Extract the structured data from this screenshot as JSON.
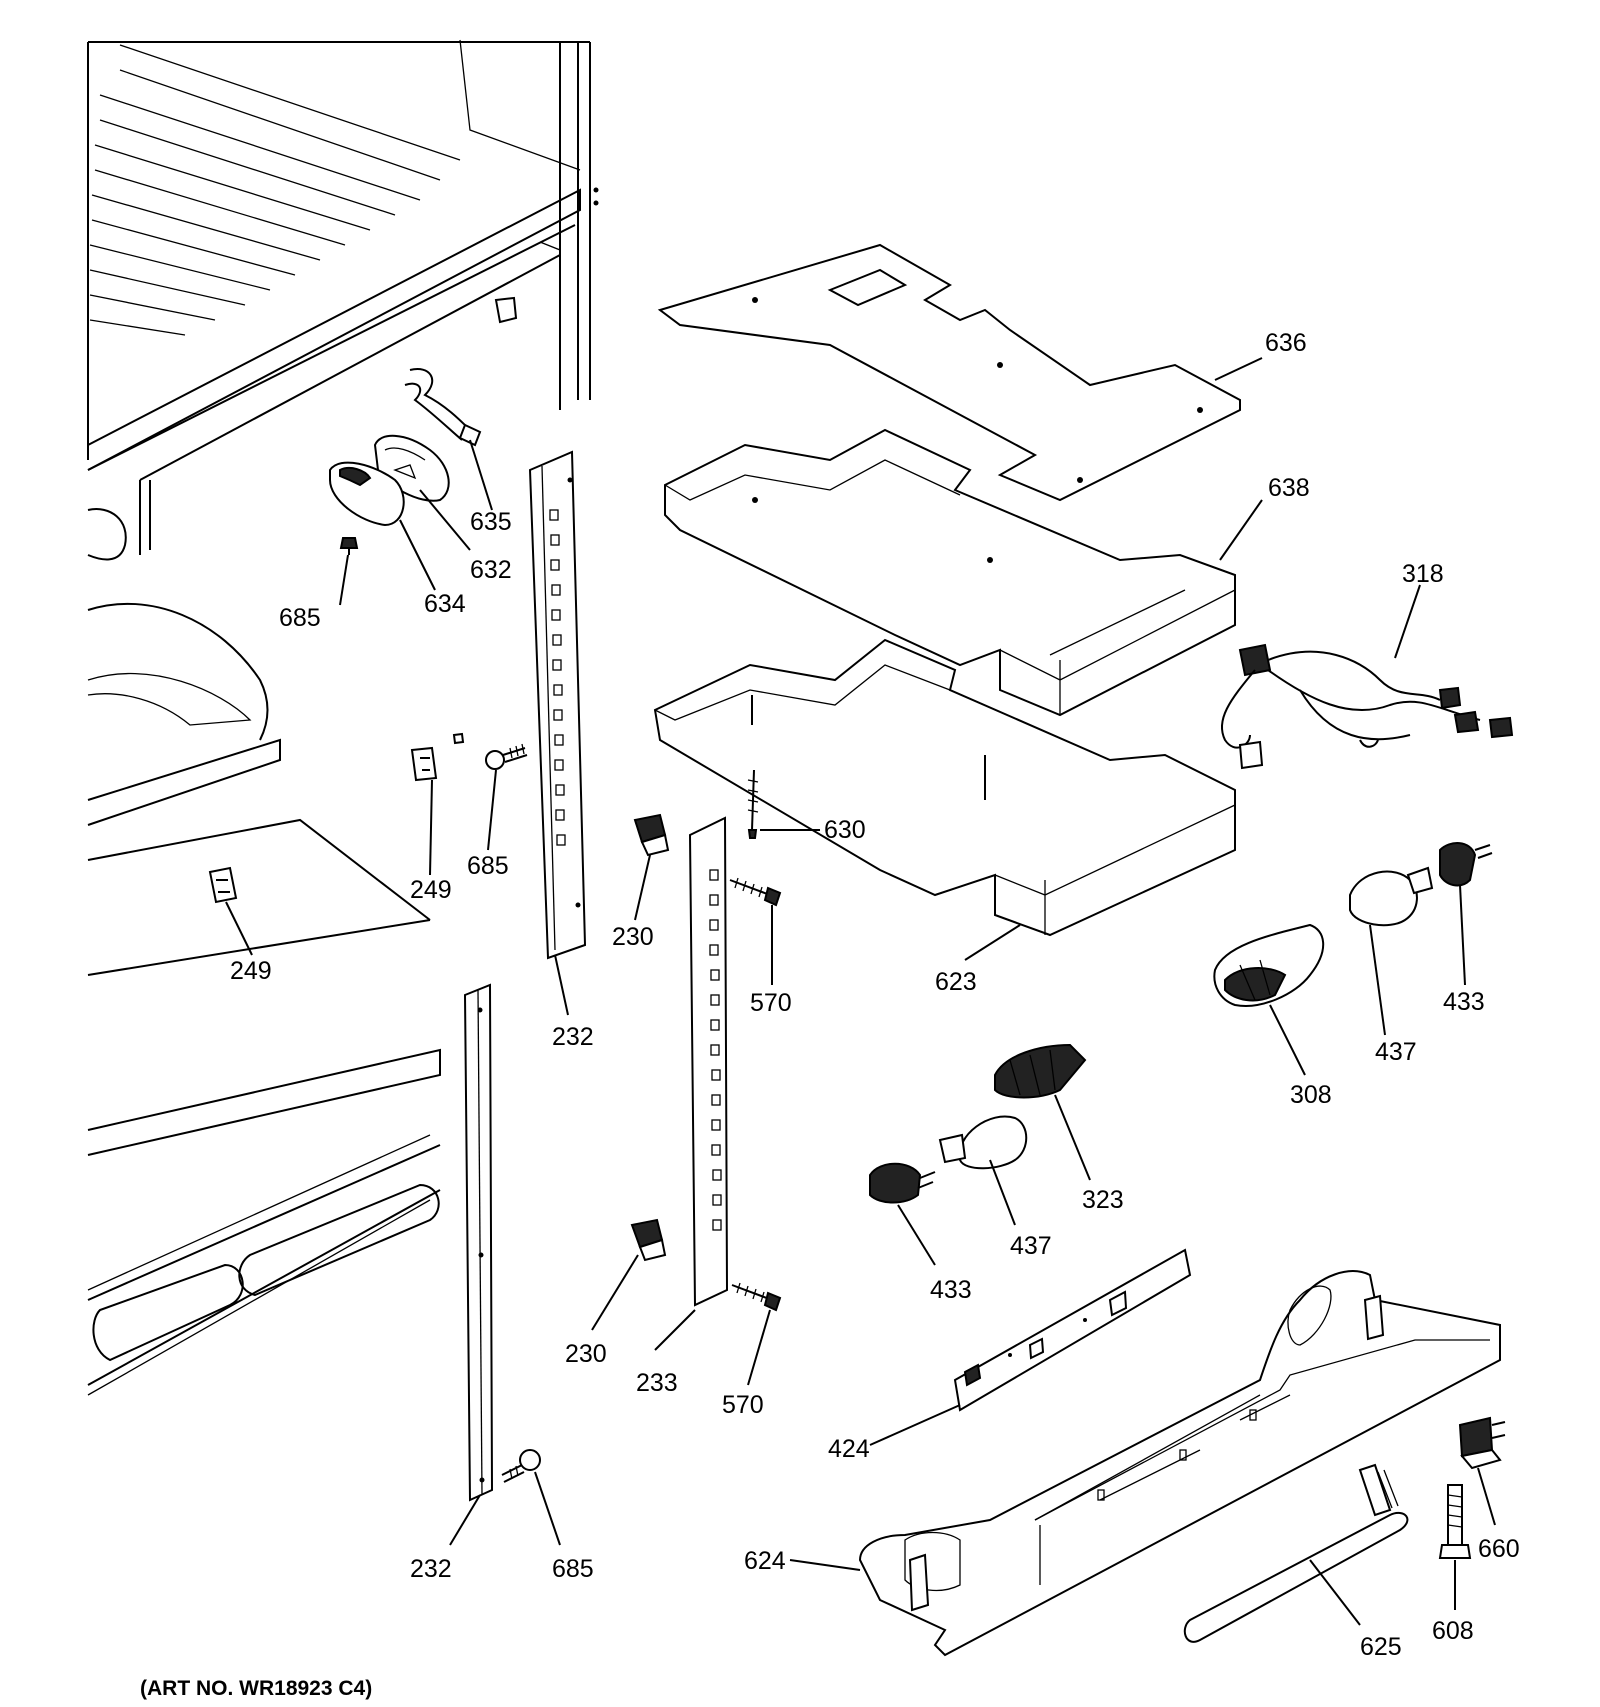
{
  "art_number": "(ART NO. WR18923 C4)",
  "callouts": [
    {
      "id": "c636",
      "label": "636"
    },
    {
      "id": "c638",
      "label": "638"
    },
    {
      "id": "c318",
      "label": "318"
    },
    {
      "id": "c635",
      "label": "635"
    },
    {
      "id": "c632",
      "label": "632"
    },
    {
      "id": "c634",
      "label": "634"
    },
    {
      "id": "c685a",
      "label": "685"
    },
    {
      "id": "c630",
      "label": "630"
    },
    {
      "id": "c249a",
      "label": "249"
    },
    {
      "id": "c685b",
      "label": "685"
    },
    {
      "id": "c249b",
      "label": "249"
    },
    {
      "id": "c230a",
      "label": "230"
    },
    {
      "id": "c570a",
      "label": "570"
    },
    {
      "id": "c623",
      "label": "623"
    },
    {
      "id": "c433a",
      "label": "433"
    },
    {
      "id": "c437a",
      "label": "437"
    },
    {
      "id": "c308",
      "label": "308"
    },
    {
      "id": "c232a",
      "label": "232"
    },
    {
      "id": "c323",
      "label": "323"
    },
    {
      "id": "c437b",
      "label": "437"
    },
    {
      "id": "c433b",
      "label": "433"
    },
    {
      "id": "c230b",
      "label": "230"
    },
    {
      "id": "c233",
      "label": "233"
    },
    {
      "id": "c570b",
      "label": "570"
    },
    {
      "id": "c424",
      "label": "424"
    },
    {
      "id": "c660",
      "label": "660"
    },
    {
      "id": "c624",
      "label": "624"
    },
    {
      "id": "c232b",
      "label": "232"
    },
    {
      "id": "c685c",
      "label": "685"
    },
    {
      "id": "c608",
      "label": "608"
    },
    {
      "id": "c625",
      "label": "625"
    }
  ]
}
